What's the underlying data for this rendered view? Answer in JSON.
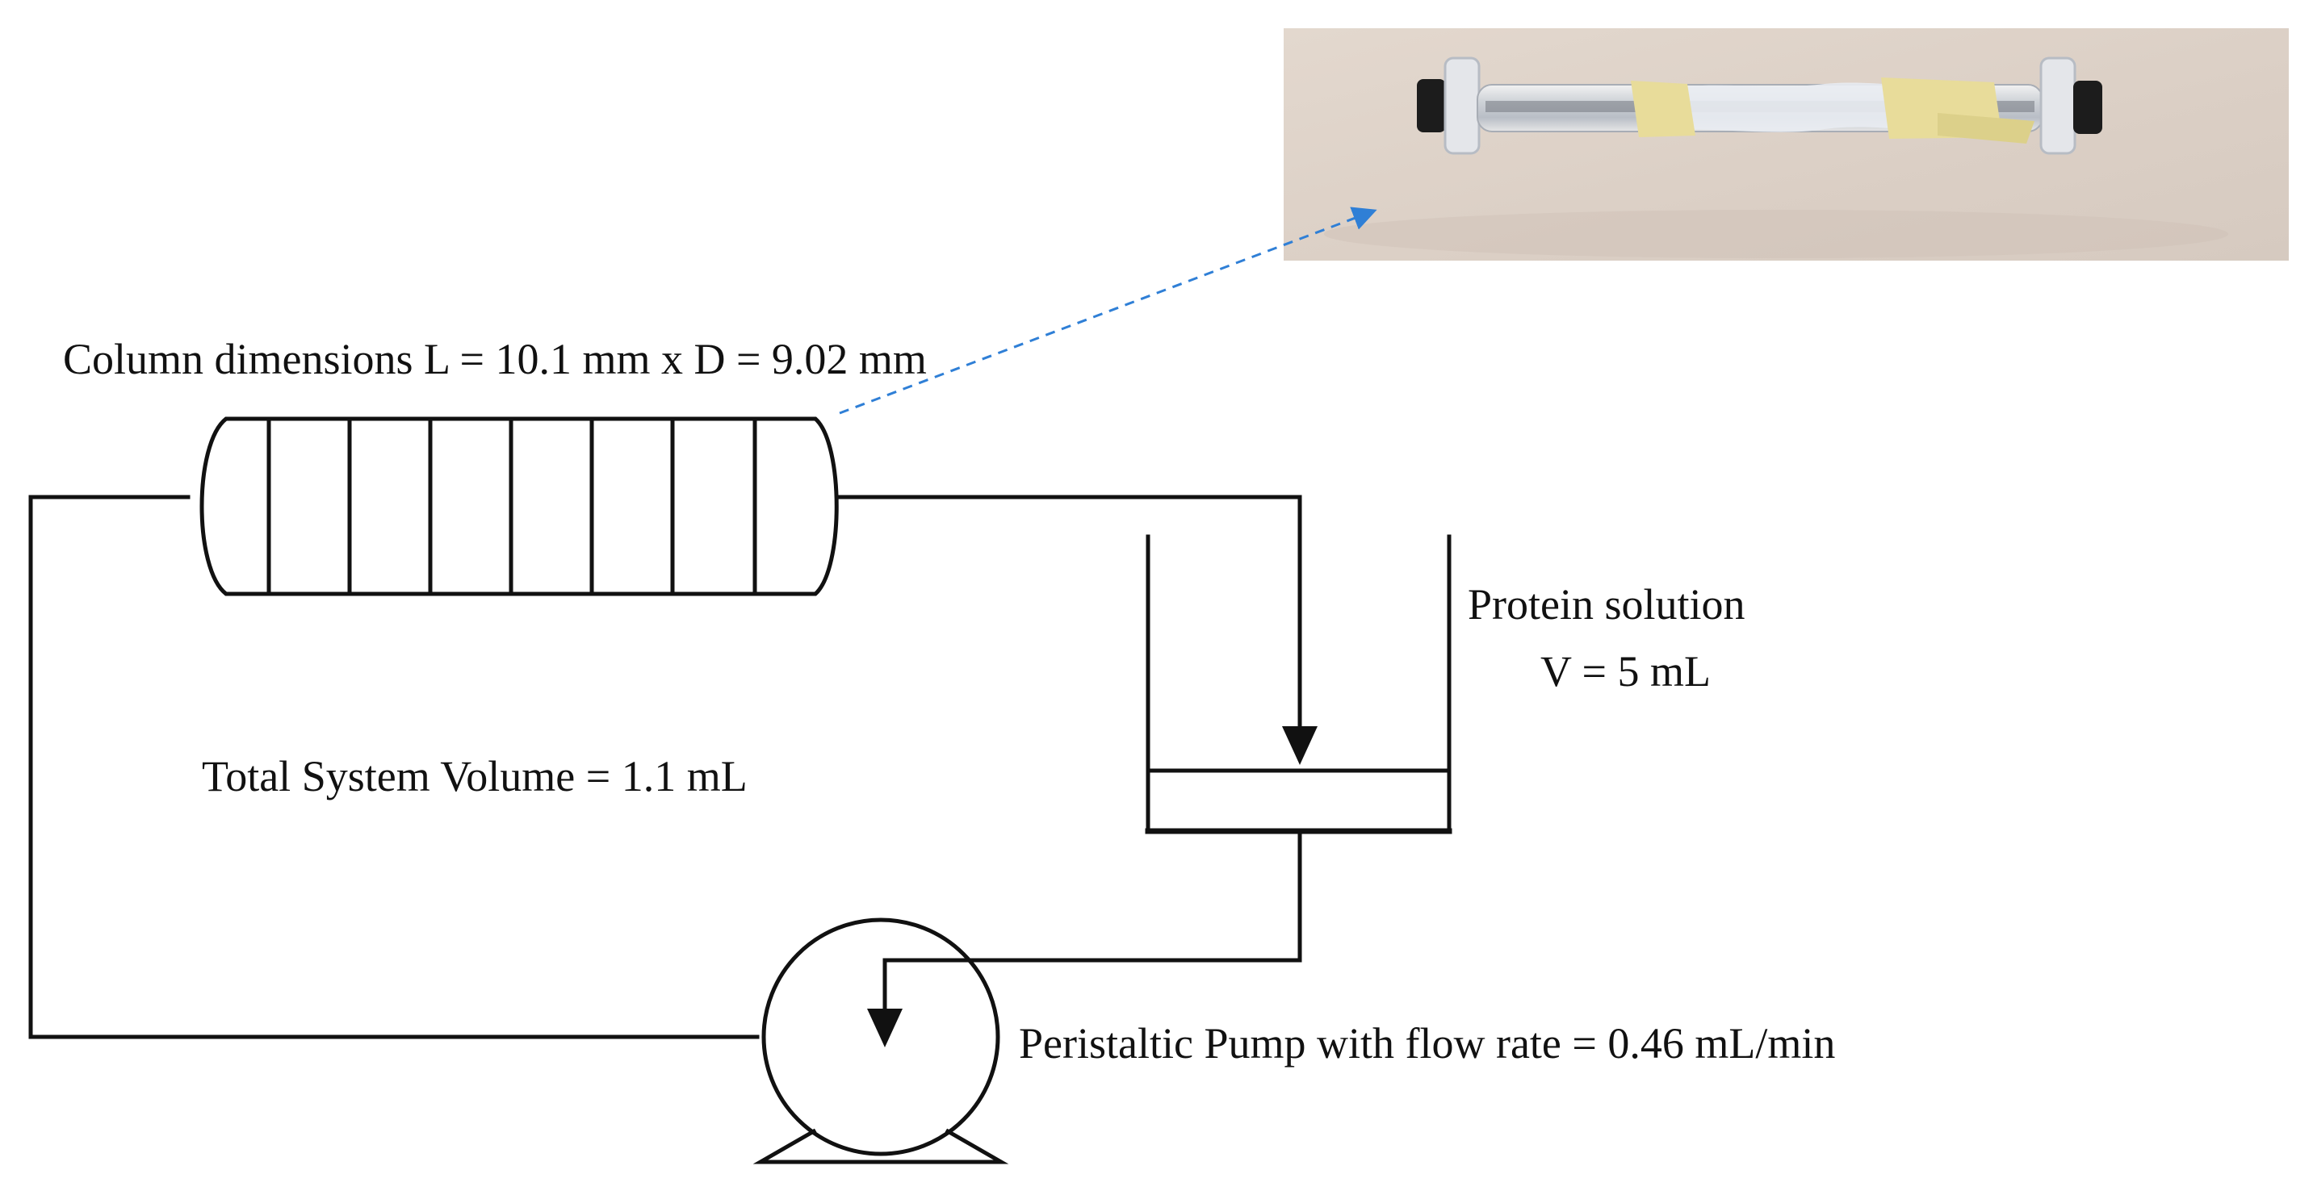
{
  "labels": {
    "column_dimensions": "Column dimensions L = 10.1 mm x D = 9.02 mm",
    "protein_solution_title": "Protein solution",
    "protein_solution_volume": "V = 5 mL",
    "total_system_volume": "Total System Volume = 1.1 mL",
    "pump": "Peristaltic Pump with flow rate = 0.46 mL/min"
  },
  "colors": {
    "line": "#111111",
    "callout_arrow": "#2f7fd6",
    "photo_background": "#ded3c9",
    "column_end_caps": "#1c1c1c",
    "tape": "#e8dc9a"
  },
  "elements": {
    "column_segments": 8,
    "photo": "packed-column-photo"
  }
}
